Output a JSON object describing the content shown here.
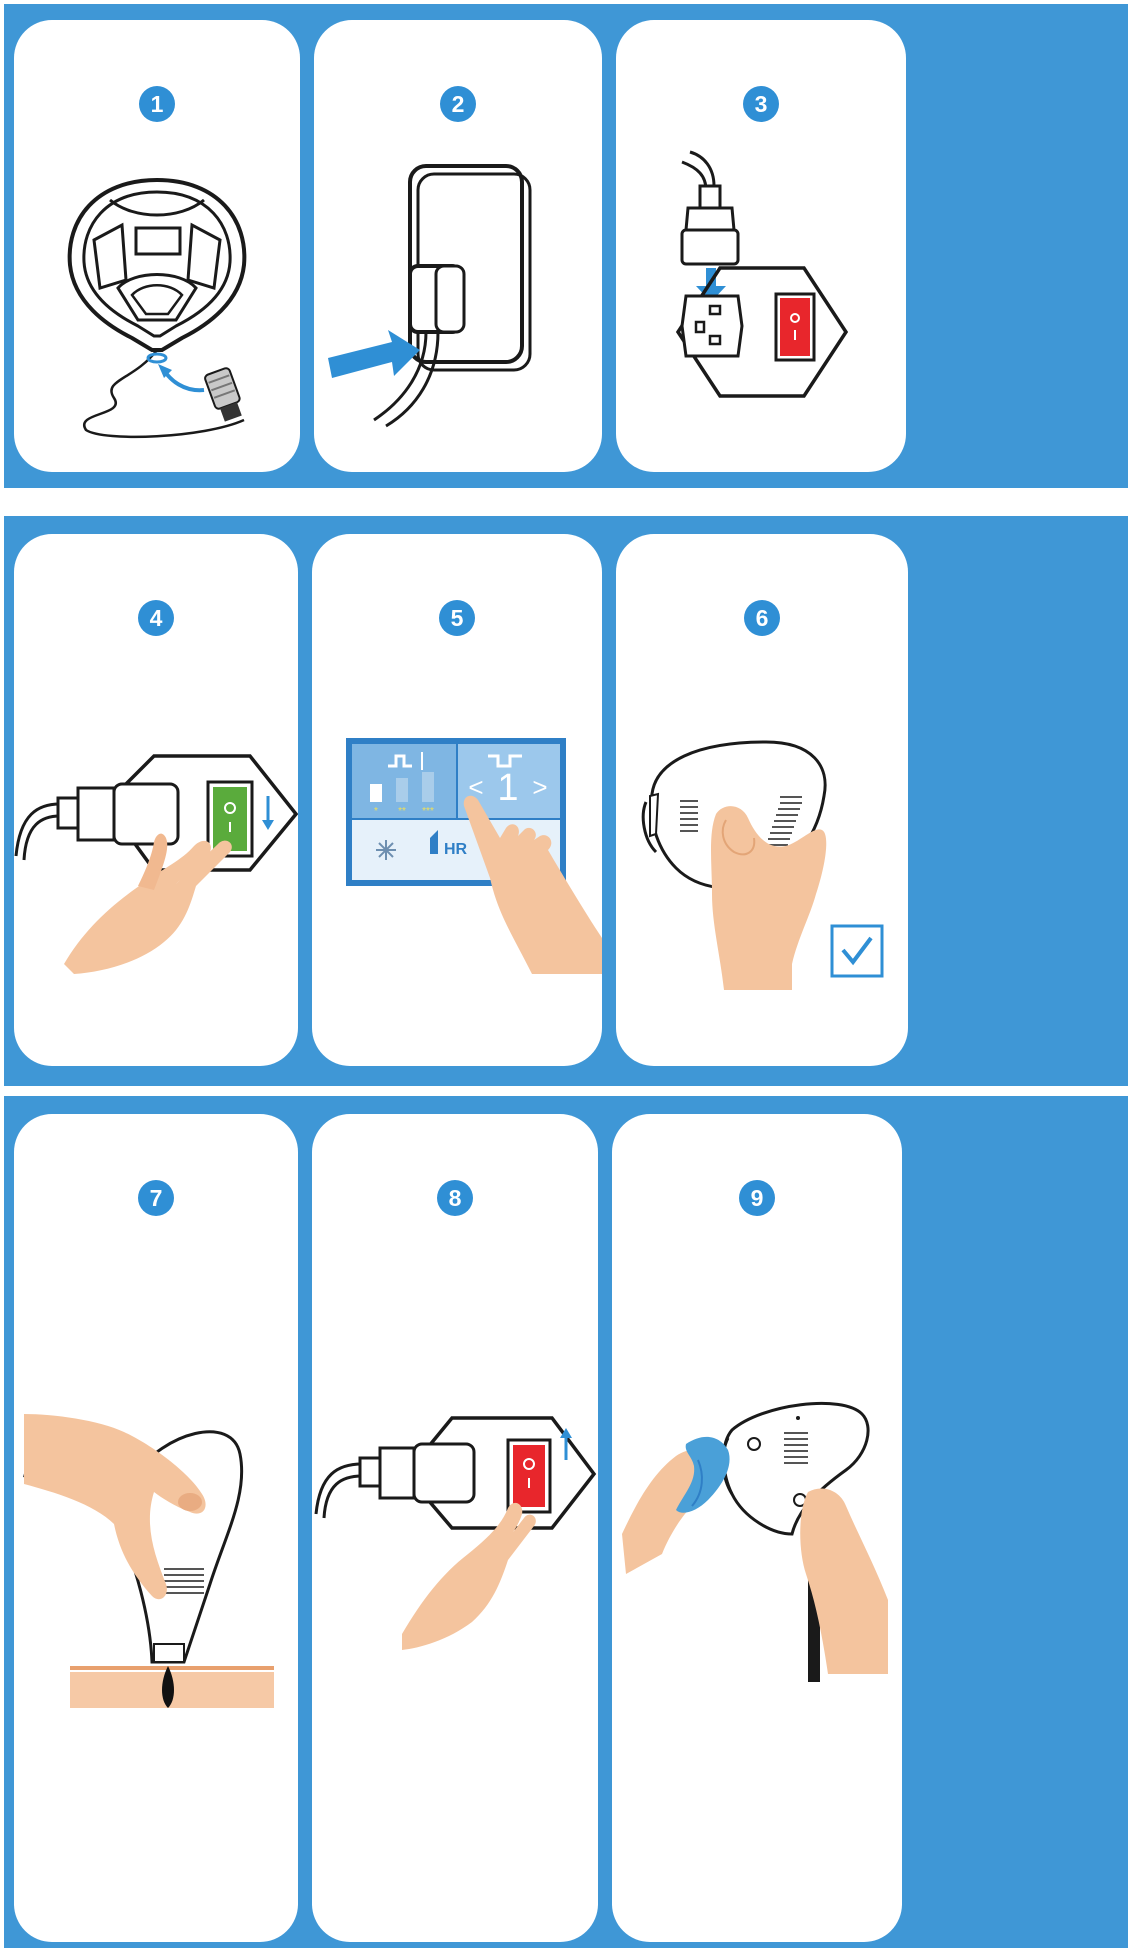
{
  "colors": {
    "band": "#3f97d6",
    "card": "#ffffff",
    "badge": "#2f8fd5",
    "arrow": "#2f8fd5",
    "switch_off": "#e8262c",
    "switch_on": "#5aab3c",
    "skin": "#f4c49e",
    "cloth": "#4aa0d8"
  },
  "steps": [
    {
      "number": "1",
      "icon": "handpiece-connector-icon"
    },
    {
      "number": "2",
      "icon": "wall-socket-plug-icon"
    },
    {
      "number": "3",
      "icon": "power-cord-inlet-icon"
    },
    {
      "number": "4",
      "icon": "power-switch-on-icon"
    },
    {
      "number": "5",
      "icon": "touch-screen-settings-icon"
    },
    {
      "number": "6",
      "icon": "handpiece-check-icon"
    },
    {
      "number": "7",
      "icon": "treatment-on-skin-icon"
    },
    {
      "number": "8",
      "icon": "power-switch-off-icon"
    },
    {
      "number": "9",
      "icon": "clean-handpiece-icon"
    }
  ],
  "screen": {
    "level_value": "1",
    "mode_label": "HR",
    "level_stars": [
      "*",
      "**",
      "***"
    ],
    "prev_symbol": "<",
    "next_symbol": ">"
  }
}
